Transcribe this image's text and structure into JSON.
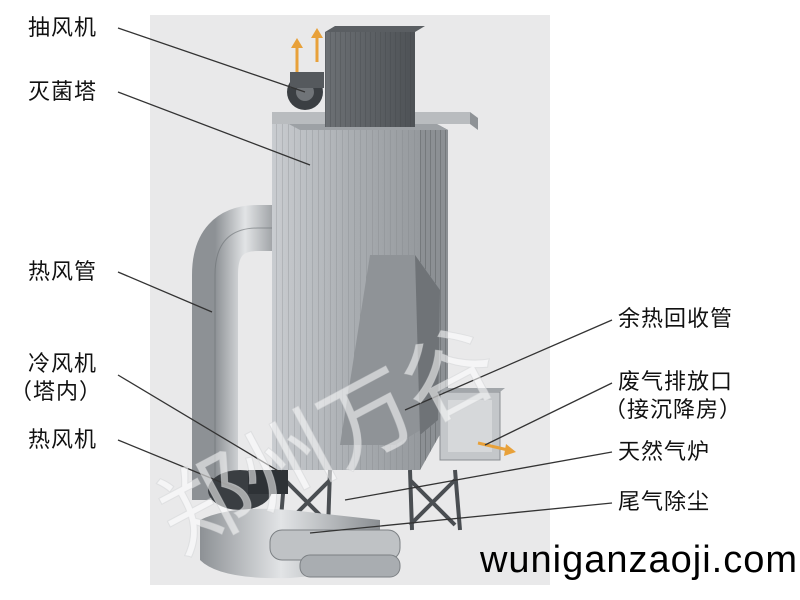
{
  "labels": {
    "exhaust_fan": "抽风机",
    "sterilization_tower": "灭菌塔",
    "hot_air_duct": "热风管",
    "cold_air_fan": "冷风机",
    "cold_air_fan_note": "（塔内）",
    "hot_air_fan": "热风机",
    "waste_heat_pipe": "余热回收管",
    "exhaust_outlet": "废气排放口",
    "exhaust_outlet_note": "（接沉降房）",
    "gas_furnace": "天然气炉",
    "tail_gas_dust": "尾气除尘"
  },
  "watermark": {
    "brand": "郑州万谷",
    "site": "wuniganzaoji.com"
  },
  "colors": {
    "arrow": "#e8a13a",
    "line": "#333333",
    "steel": "#a9adb1"
  }
}
